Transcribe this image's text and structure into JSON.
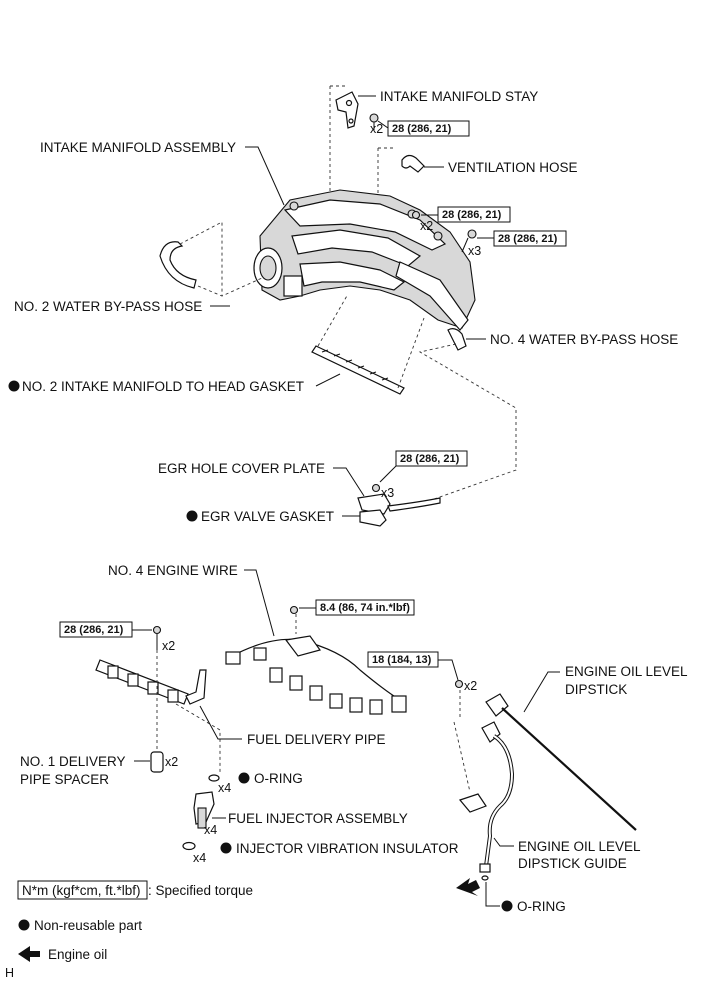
{
  "labels": {
    "intake_manifold_stay": "INTAKE MANIFOLD STAY",
    "intake_manifold_assembly": "INTAKE MANIFOLD ASSEMBLY",
    "ventilation_hose": "VENTILATION HOSE",
    "no2_water_bypass_hose": "NO. 2 WATER BY-PASS HOSE",
    "no4_water_bypass_hose": "NO. 4 WATER BY-PASS HOSE",
    "no2_intake_manifold_gasket": "NO. 2 INTAKE MANIFOLD TO HEAD GASKET",
    "egr_hole_cover_plate": "EGR HOLE COVER PLATE",
    "egr_valve_gasket": "EGR VALVE GASKET",
    "no4_engine_wire": "NO. 4 ENGINE WIRE",
    "engine_oil_level_dipstick_1": "ENGINE OIL LEVEL",
    "engine_oil_level_dipstick_2": "DIPSTICK",
    "fuel_delivery_pipe": "FUEL DELIVERY PIPE",
    "no1_delivery_pipe_spacer_1": "NO. 1 DELIVERY",
    "no1_delivery_pipe_spacer_2": "PIPE SPACER",
    "o_ring": "O-RING",
    "fuel_injector_assembly": "FUEL INJECTOR ASSEMBLY",
    "injector_vibration_insulator": "INJECTOR VIBRATION INSULATOR",
    "dipstick_guide_1": "ENGINE OIL LEVEL",
    "dipstick_guide_2": "DIPSTICK GUIDE",
    "o_ring_2": "O-RING"
  },
  "torques": {
    "stay": "28 (286, 21)",
    "manifold_a": "28 (286, 21)",
    "manifold_b": "28 (286, 21)",
    "egr": "28 (286, 21)",
    "engine_wire": "8.4 (86, 74 in.*lbf)",
    "delivery_pipe": "28 (286, 21)",
    "dipstick_guide": "18 (184, 13)"
  },
  "quantities": {
    "stay": "x2",
    "manifold_a": "x2",
    "manifold_b": "x3",
    "egr": "x3",
    "delivery_pipe": "x2",
    "spacer": "x2",
    "o_ring": "x4",
    "injector": "x4",
    "insulator": "x4",
    "dipstick_guide": "x2"
  },
  "legend": {
    "torque_unit": "N*m (kgf*cm, ft.*lbf)",
    "torque_desc": ": Specified torque",
    "non_reusable": "Non-reusable part",
    "engine_oil": "Engine oil"
  },
  "corner_mark": "H"
}
